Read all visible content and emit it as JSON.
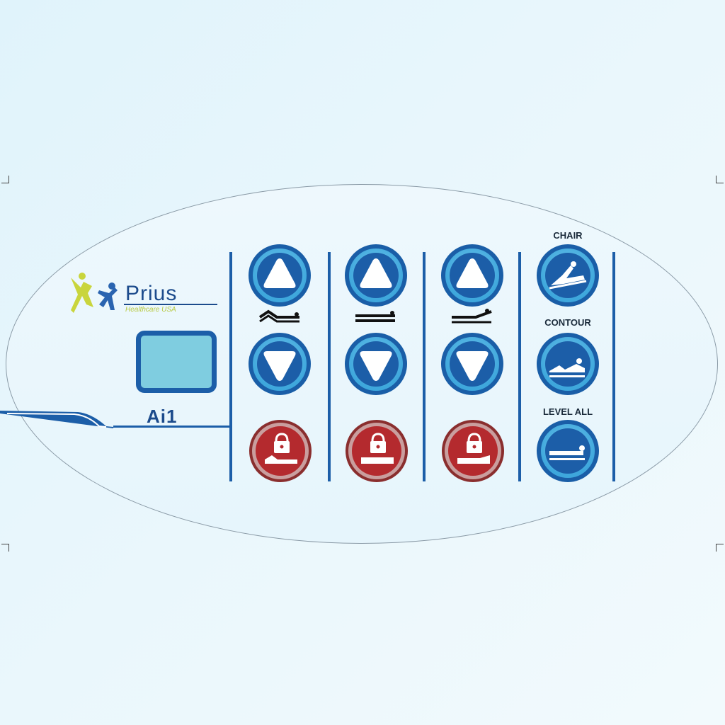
{
  "brand": {
    "name": "Prius",
    "tagline": "Healthcare USA"
  },
  "model": "Ai1",
  "functions": {
    "chair": "CHAIR",
    "contour": "CONTOUR",
    "level_all": "LEVEL ALL"
  },
  "colors": {
    "primary_blue": "#1c5ea8",
    "button_light_blue": "#3ea7dc",
    "lock_red": "#b42a2e",
    "display": "#7fcde0"
  },
  "icons": {
    "up": "triangle-up-icon",
    "down": "triangle-down-icon",
    "lock": "padlock-icon"
  }
}
